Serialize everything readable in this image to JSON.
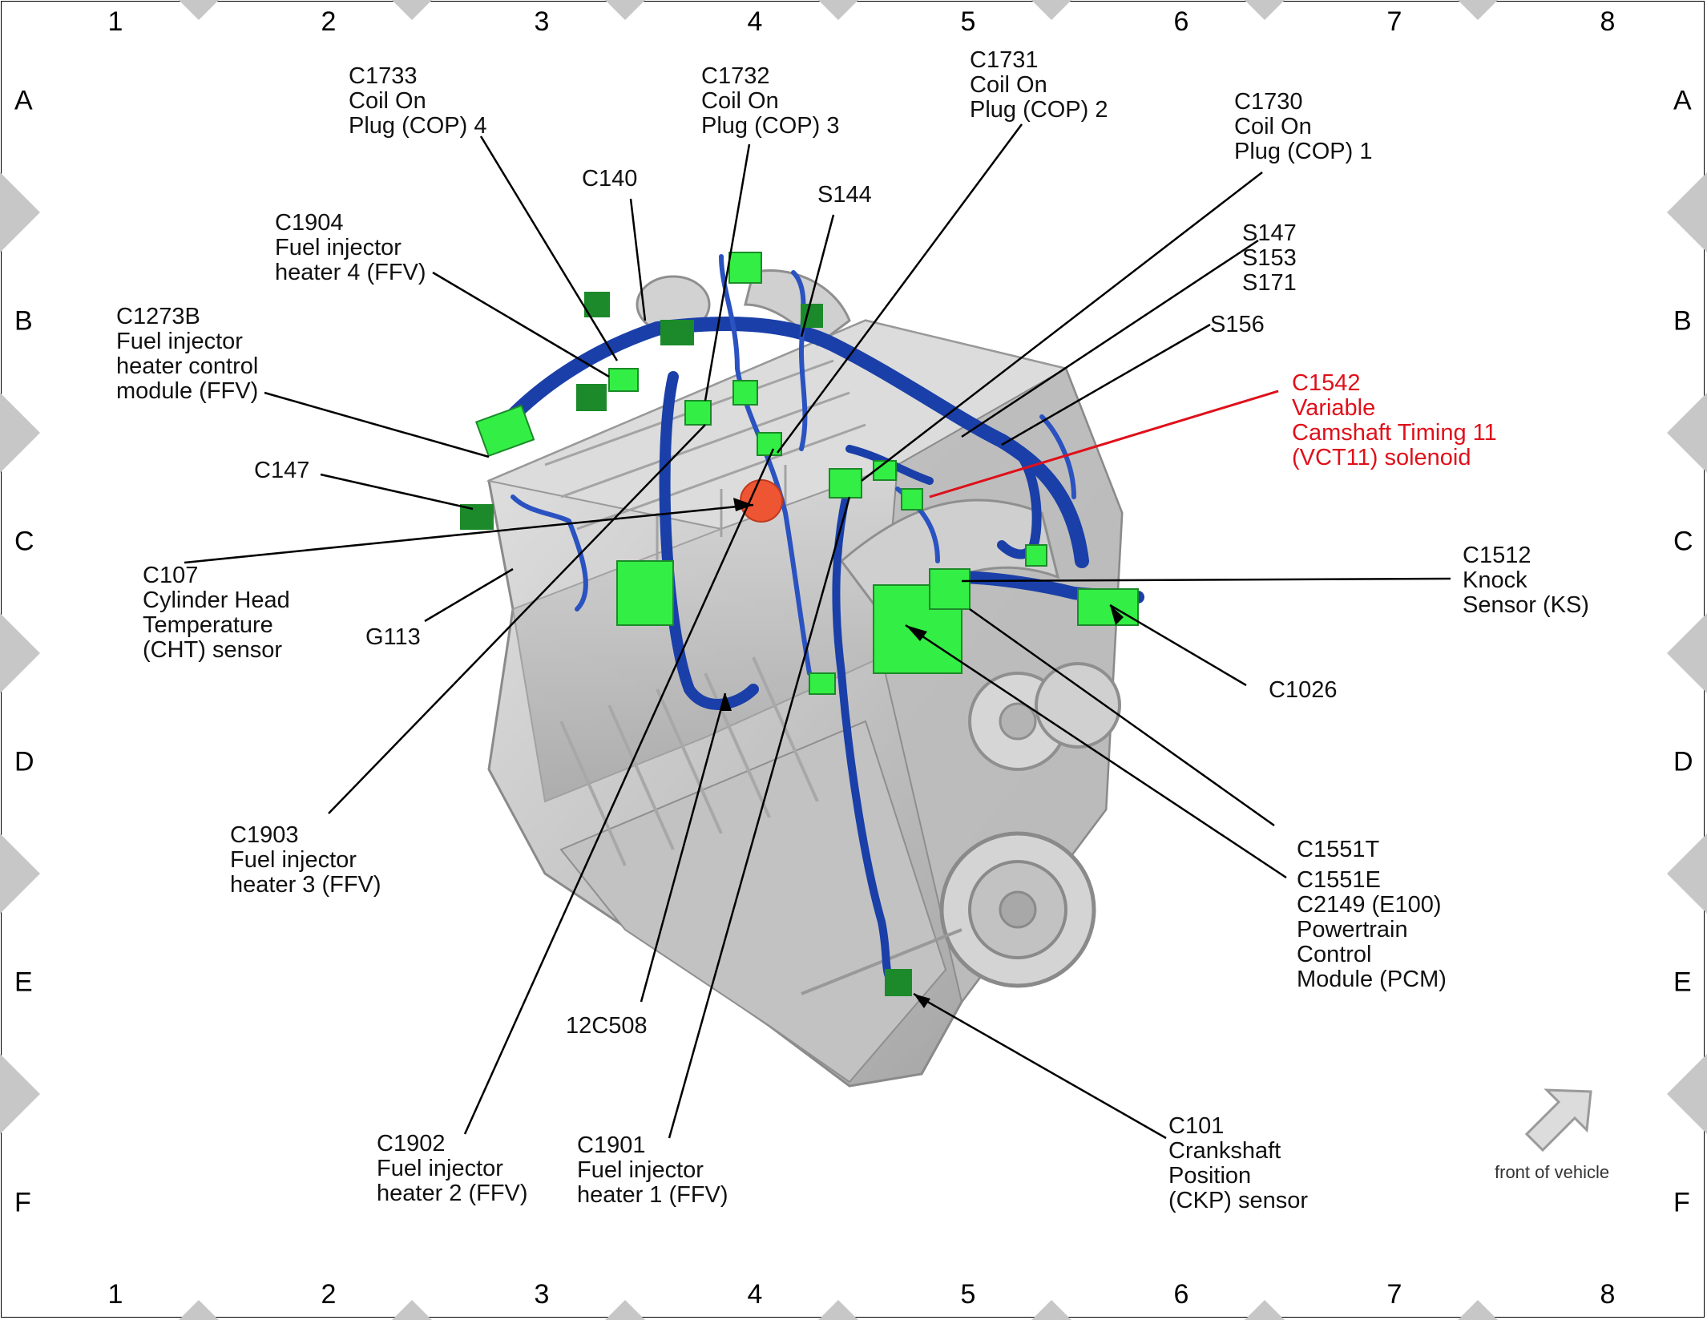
{
  "grid": {
    "columns": [
      "1",
      "2",
      "3",
      "4",
      "5",
      "6",
      "7",
      "8"
    ],
    "rows": [
      "A",
      "B",
      "C",
      "D",
      "E",
      "F"
    ]
  },
  "callouts": {
    "c1733": [
      "C1733",
      "Coil On",
      "Plug (COP) 4"
    ],
    "c1732": [
      "C1732",
      "Coil On",
      "Plug (COP) 3"
    ],
    "c1731": [
      "C1731",
      "Coil On",
      "Plug (COP) 2"
    ],
    "c1730": [
      "C1730",
      "Coil On",
      "Plug (COP) 1"
    ],
    "c140": [
      "C140"
    ],
    "s144": [
      "S144"
    ],
    "c1904": [
      "C1904",
      "Fuel injector",
      "heater 4 (FFV)"
    ],
    "s147": [
      "S147",
      "S153",
      "S171"
    ],
    "s156": [
      "S156"
    ],
    "c1273b": [
      "C1273B",
      "Fuel injector",
      "heater control",
      "module (FFV)"
    ],
    "c1542": [
      "C1542",
      "Variable",
      "Camshaft Timing 11",
      "(VCT11) solenoid"
    ],
    "c147": [
      "C147"
    ],
    "c107": [
      "C107",
      "Cylinder Head",
      "Temperature",
      "(CHT) sensor"
    ],
    "g113": [
      "G113"
    ],
    "c1512": [
      "C1512",
      "Knock",
      "Sensor (KS)"
    ],
    "c1026": [
      "C1026"
    ],
    "c1903": [
      "C1903",
      "Fuel injector",
      "heater 3 (FFV)"
    ],
    "c1551t": [
      "C1551T"
    ],
    "c1551e": [
      "C1551E",
      "C2149  (E100)",
      "Powertrain",
      "Control",
      "Module (PCM)"
    ],
    "c12c508": [
      "12C508"
    ],
    "c1902": [
      "C1902",
      "Fuel injector",
      "heater 2 (FFV)"
    ],
    "c1901": [
      "C1901",
      "Fuel injector",
      "heater 1 (FFV)"
    ],
    "c101": [
      "C101",
      "Crankshaft",
      "Position",
      "(CKP) sensor"
    ]
  },
  "front_label": "front of vehicle",
  "colors": {
    "connector": "#33ee44",
    "connector_dark": "#1c8a2a",
    "harness": "#1a3fa8",
    "engine": "#c9c9c9",
    "highlight": "#ee5533",
    "callout_red": "#e0101a"
  }
}
